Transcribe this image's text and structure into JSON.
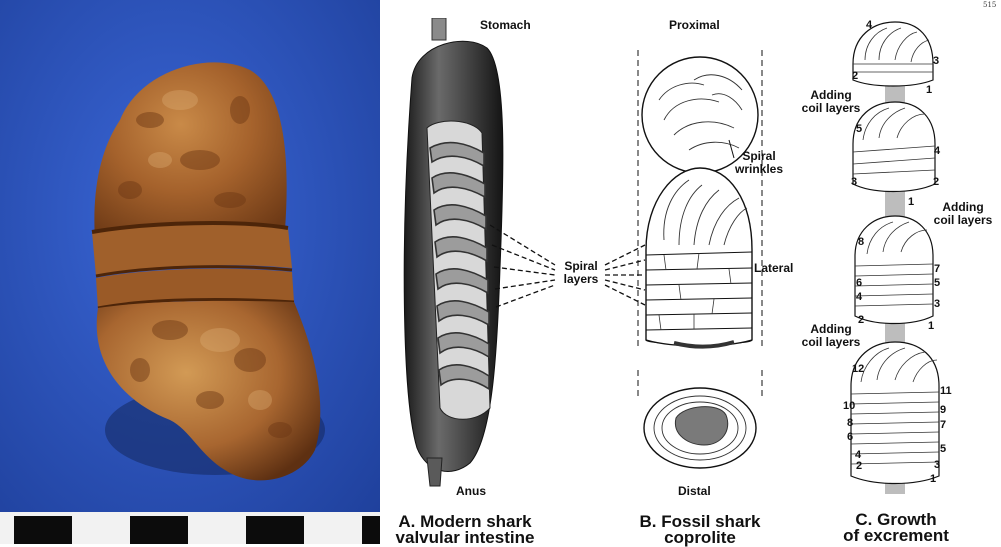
{
  "page_number": "515",
  "photo": {
    "scale_segments": [
      "black",
      "white",
      "black",
      "white",
      "black",
      "white",
      "black"
    ]
  },
  "panel_a": {
    "top_label": "Stomach",
    "bottom_label": "Anus",
    "pointer_label_1": "Spiral",
    "pointer_label_2": "layers",
    "caption_line_1": "A. Modern shark",
    "caption_line_2": "valvular intestine"
  },
  "panel_b": {
    "top_label": "Proximal",
    "side_label": "Lateral",
    "bottom_label": "Distal",
    "wrinkles_label_1": "Spiral",
    "wrinkles_label_2": "wrinkles",
    "caption_line_1": "B. Fossil shark",
    "caption_line_2": "coprolite"
  },
  "panel_c": {
    "adding_1a": "Adding",
    "adding_1b": "coil layers",
    "adding_2a": "Adding",
    "adding_2b": "coil layers",
    "adding_3a": "Adding",
    "adding_3b": "coil layers",
    "stage1_numbers": [
      "4",
      "3",
      "2",
      "1"
    ],
    "stage2_numbers": [
      "5",
      "4",
      "3",
      "2",
      "1"
    ],
    "stage3_numbers": [
      "8",
      "7",
      "6",
      "5",
      "4",
      "3",
      "2",
      "1"
    ],
    "stage4_numbers": [
      "12",
      "11",
      "10",
      "9",
      "8",
      "7",
      "6",
      "5",
      "4",
      "3",
      "2",
      "1"
    ],
    "caption_line_1": "C. Growth",
    "caption_line_2": "of excrement"
  }
}
